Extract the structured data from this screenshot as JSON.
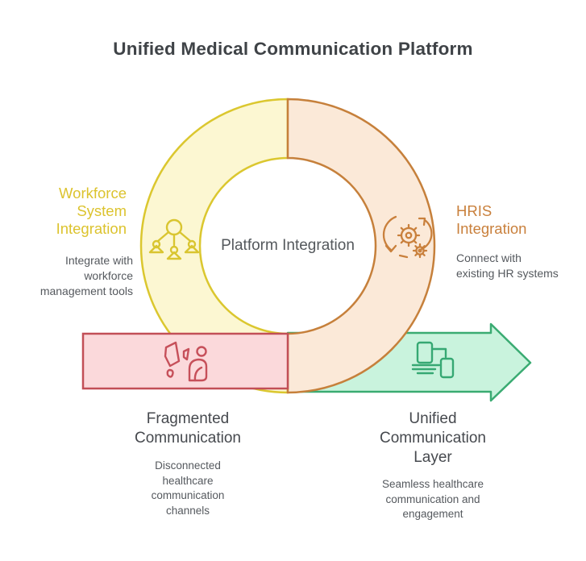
{
  "title": "Unified Medical Communication Platform",
  "center": {
    "label": "Platform Integration"
  },
  "ring": {
    "left": {
      "heading": "Workforce\nSystem\nIntegration",
      "description": "Integrate with\nworkforce\nmanagement tools",
      "icon": "hierarchy-icon",
      "accent_color": "#DCC32E",
      "fill_color": "#FCF7D2"
    },
    "right": {
      "heading": "HRIS\nIntegration",
      "description": "Connect with\nexisting HR systems",
      "icon": "gears-sync-icon",
      "accent_color": "#C9803C",
      "fill_color": "#FBE9D8"
    }
  },
  "band": {
    "heading": "Fragmented\nCommunication",
    "description": "Disconnected\nhealthcare\ncommunication\nchannels",
    "icon": "fragmented-shapes-icon",
    "accent_color": "#C24F57",
    "fill_color": "#FBD9DB"
  },
  "arrow": {
    "heading": "Unified\nCommunication\nLayer",
    "description": "Seamless healthcare\ncommunication and\nengagement",
    "icon": "connected-devices-icon",
    "accent_color": "#3AAB72",
    "fill_color": "#C9F3DD"
  },
  "text_colors": {
    "title": "#3F4347",
    "center_label": "#54585C",
    "body_text": "#55595E",
    "bottom_headings": "#46494E"
  }
}
